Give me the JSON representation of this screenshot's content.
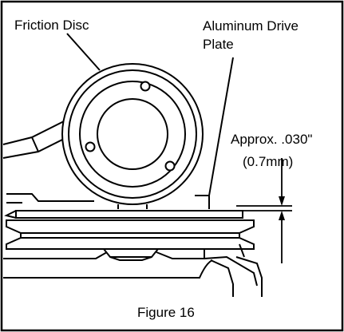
{
  "labels": {
    "friction_disc": "Friction Disc",
    "drive_plate_line1": "Aluminum Drive",
    "drive_plate_line2": "Plate",
    "gap_line1": "Approx. .030\"",
    "gap_line2": "(0.7mm)",
    "caption": "Figure 16"
  },
  "colors": {
    "ink": "#000000",
    "paper": "#ffffff"
  }
}
